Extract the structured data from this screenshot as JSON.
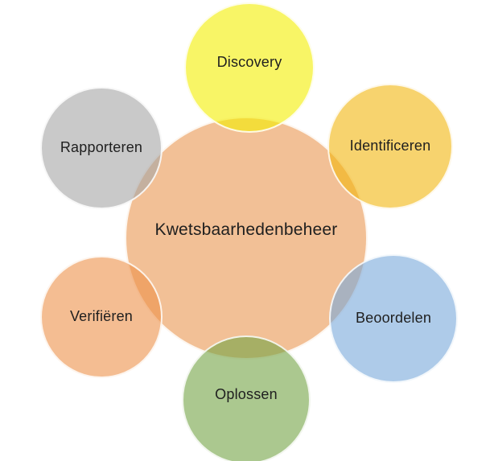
{
  "diagram": {
    "type": "radial-overlap-diagram",
    "background": "#FFFFFF",
    "text_color": "#1F1F1F",
    "outline_color": "rgba(255,255,255,0.85)",
    "center": {
      "label": "Kwetsbaarhedenbeheer",
      "fill": "#F2C096"
    },
    "satellites": [
      {
        "label": "Discovery",
        "position": "top",
        "fill": "rgba(243,238,0,0.6)",
        "solid_color": "#F8F466"
      },
      {
        "label": "Identificeren",
        "position": "top-right",
        "fill": "rgba(242,182,13,0.6)",
        "solid_color": "#F7D36E"
      },
      {
        "label": "Beoordelen",
        "position": "bottom-right",
        "fill": "rgba(120,168,218,0.6)",
        "solid_color": "#AECBE9"
      },
      {
        "label": "Oplossen",
        "position": "bottom",
        "fill": "rgba(115,163,68,0.6)",
        "solid_color": "#ABC88F"
      },
      {
        "label": "Verifiëren",
        "position": "bottom-left",
        "fill": "rgba(237,145,73,0.6)",
        "solid_color": "#F4BD92"
      },
      {
        "label": "Rapporteren",
        "position": "top-left",
        "fill": "rgba(165,165,165,0.6)",
        "solid_color": "#C9C9C9"
      }
    ]
  }
}
